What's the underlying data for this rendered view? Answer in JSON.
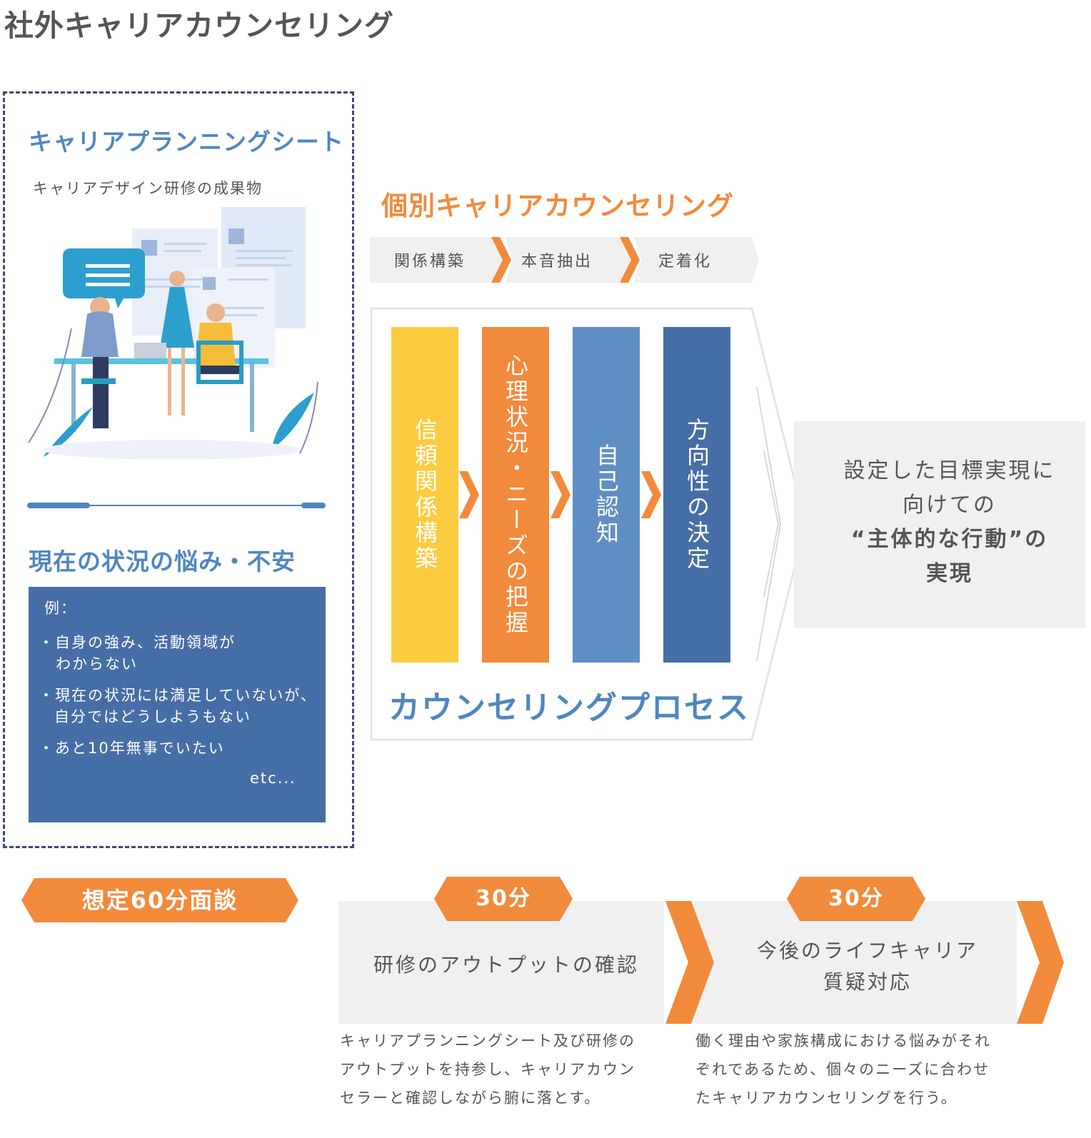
{
  "title": "社外キャリアカウンセリング",
  "sheet": {
    "title": "キャリアプランニングシート",
    "subtitle": "キャリアデザイン研修の成果物"
  },
  "worries": {
    "title": "現在の状況の悩み・不安",
    "example_label": "例：",
    "items": [
      {
        "line1": "・自身の強み、活動領域が",
        "line2": "わからない"
      },
      {
        "line1": "・現在の状況には満足していないが、",
        "line2": "自分ではどうしようもない"
      },
      {
        "line1": "・あと10年無事でいたい",
        "line2": ""
      }
    ],
    "etc": "etc..."
  },
  "individual": {
    "title": "個別キャリアカウンセリング",
    "steps": [
      "関係構築",
      "本音抽出",
      "定着化"
    ],
    "process_bars": [
      "信頼関係構築",
      "心理状況・ニーズの把握",
      "自己認知",
      "方向性の決定"
    ],
    "process_title": "カウンセリングプロセス",
    "goal_lines": [
      "設定した目標実現に",
      "向けての",
      "“主体的な行動”の",
      "実現"
    ]
  },
  "interview": {
    "badge": "想定60分面談",
    "segments": [
      {
        "minutes": "30分",
        "label_lines": [
          "研修のアウトプットの確認"
        ],
        "desc_lines": [
          "キャリアプランニングシート及び研修の",
          "アウトプットを持参し、キャリアカウン",
          "セラーと確認しながら腑に落とす。"
        ]
      },
      {
        "minutes": "30分",
        "label_lines": [
          "今後のライフキャリア",
          "質疑対応"
        ],
        "desc_lines": [
          "働く理由や家族構成における悩みがそれ",
          "ぞれであるため、個々のニーズに合わせ",
          "たキャリアカウンセリングを行う。"
        ]
      }
    ]
  },
  "colors": {
    "orange": "#f28a3c",
    "blue_dark": "#466ea6",
    "blue_mid": "#5f8fc4",
    "blue_title": "#4f86c0",
    "yellow": "#fccb3f",
    "gray_bg": "#f0f0f0"
  }
}
